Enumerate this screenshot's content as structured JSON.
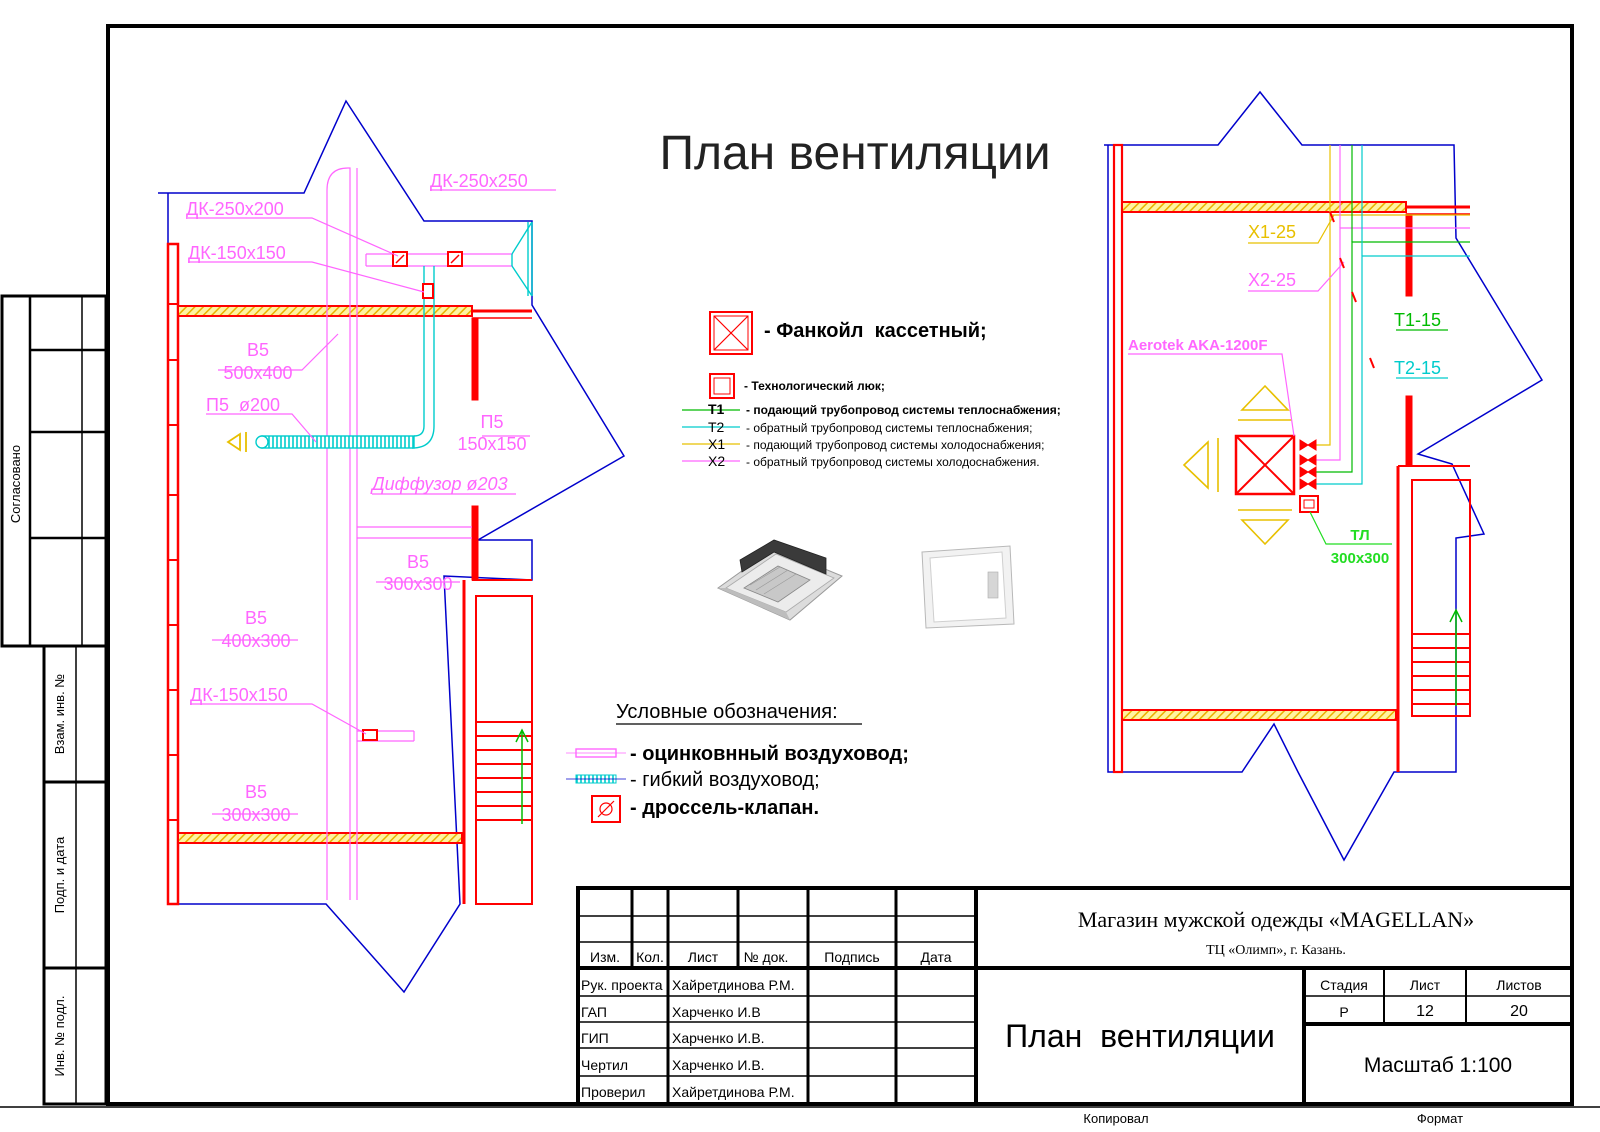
{
  "title": "План вентиляции",
  "side_stamp": {
    "agreed": "Согласовано",
    "replace_inv": "Взам. инв. №",
    "sign_date": "Подп. и дата",
    "inv_no": "Инв. № подл."
  },
  "colors": {
    "duct": "#ff66ff",
    "flex": "#00cccc",
    "wall": "#ff0000",
    "contour": "#0000cc",
    "t1": "#00bb00",
    "t2": "#00cccc",
    "x1": "#e8c000",
    "hatch": "#e8c000",
    "label_tl": "#22dd22"
  },
  "left_plan": {
    "labels": {
      "dk1": "ДК-250x200",
      "dk2": "ДК-250x250",
      "dk3": "ДК-150x150",
      "b5a_name": "В5",
      "b5a_size": "500x400",
      "p5a": "П5  ø200",
      "p5b_name": "П5",
      "p5b_size": "150x150",
      "diff": "Диффузор ø203",
      "b5b_name": "В5",
      "b5b_size": "300x300",
      "b5c_name": "В5",
      "b5c_size": "400x300",
      "dk4": "ДК-150x150",
      "b5d_name": "В5",
      "b5d_size": "300x300"
    }
  },
  "legend_top": {
    "fancoil": "- Фанкойл  кассетный;",
    "hatch_item": "- Технологический люк;",
    "pipes": [
      {
        "code": "Т1",
        "text": "- подающий трубопровод системы теплоснабжения;"
      },
      {
        "code": "Т2",
        "text": "- обратный трубопровод системы теплоснабжения;"
      },
      {
        "code": "Х1",
        "text": "- подающий трубопровод системы холодоснабжения;"
      },
      {
        "code": "Х2",
        "text": "- обратный трубопровод системы холодоснабжения."
      }
    ]
  },
  "legend_bottom": {
    "heading": "Условные обозначения:",
    "items": [
      "- оцинковнный воздуховод;",
      "- гибкий воздуховод;",
      "- дроссель-клапан."
    ]
  },
  "right_plan": {
    "x1": "Х1-25",
    "x2": "Х2-25",
    "t1": "Т1-15",
    "t2": "Т2-15",
    "unit": "Aerotek AKA-1200F",
    "tl_name": "ТЛ",
    "tl_size": "300x300"
  },
  "title_block": {
    "project": "Магазин мужской одежды «MAGELLAN»",
    "location": "ТЦ «Олимп», г. Казань.",
    "sheet_title": "План  вентиляции",
    "headers": [
      "Изм.",
      "Кол.",
      "Лист",
      "№ док.",
      "Подпись",
      "Дата"
    ],
    "people": [
      {
        "role": "Рук. проекта",
        "name": "Хайретдинова Р.М."
      },
      {
        "role": "ГАП",
        "name": "Харченко И.В"
      },
      {
        "role": "ГИП",
        "name": "Харченко И.В."
      },
      {
        "role": "Чертил",
        "name": "Харченко И.В."
      },
      {
        "role": "Проверил",
        "name": "Хайретдинова Р.М."
      }
    ],
    "stage_label": "Стадия",
    "sheet_label": "Лист",
    "sheets_label": "Листов",
    "stage": "Р",
    "sheet": "12",
    "sheets": "20",
    "scale": "Масштаб 1:100",
    "copied": "Копировал",
    "format": "Формат"
  }
}
